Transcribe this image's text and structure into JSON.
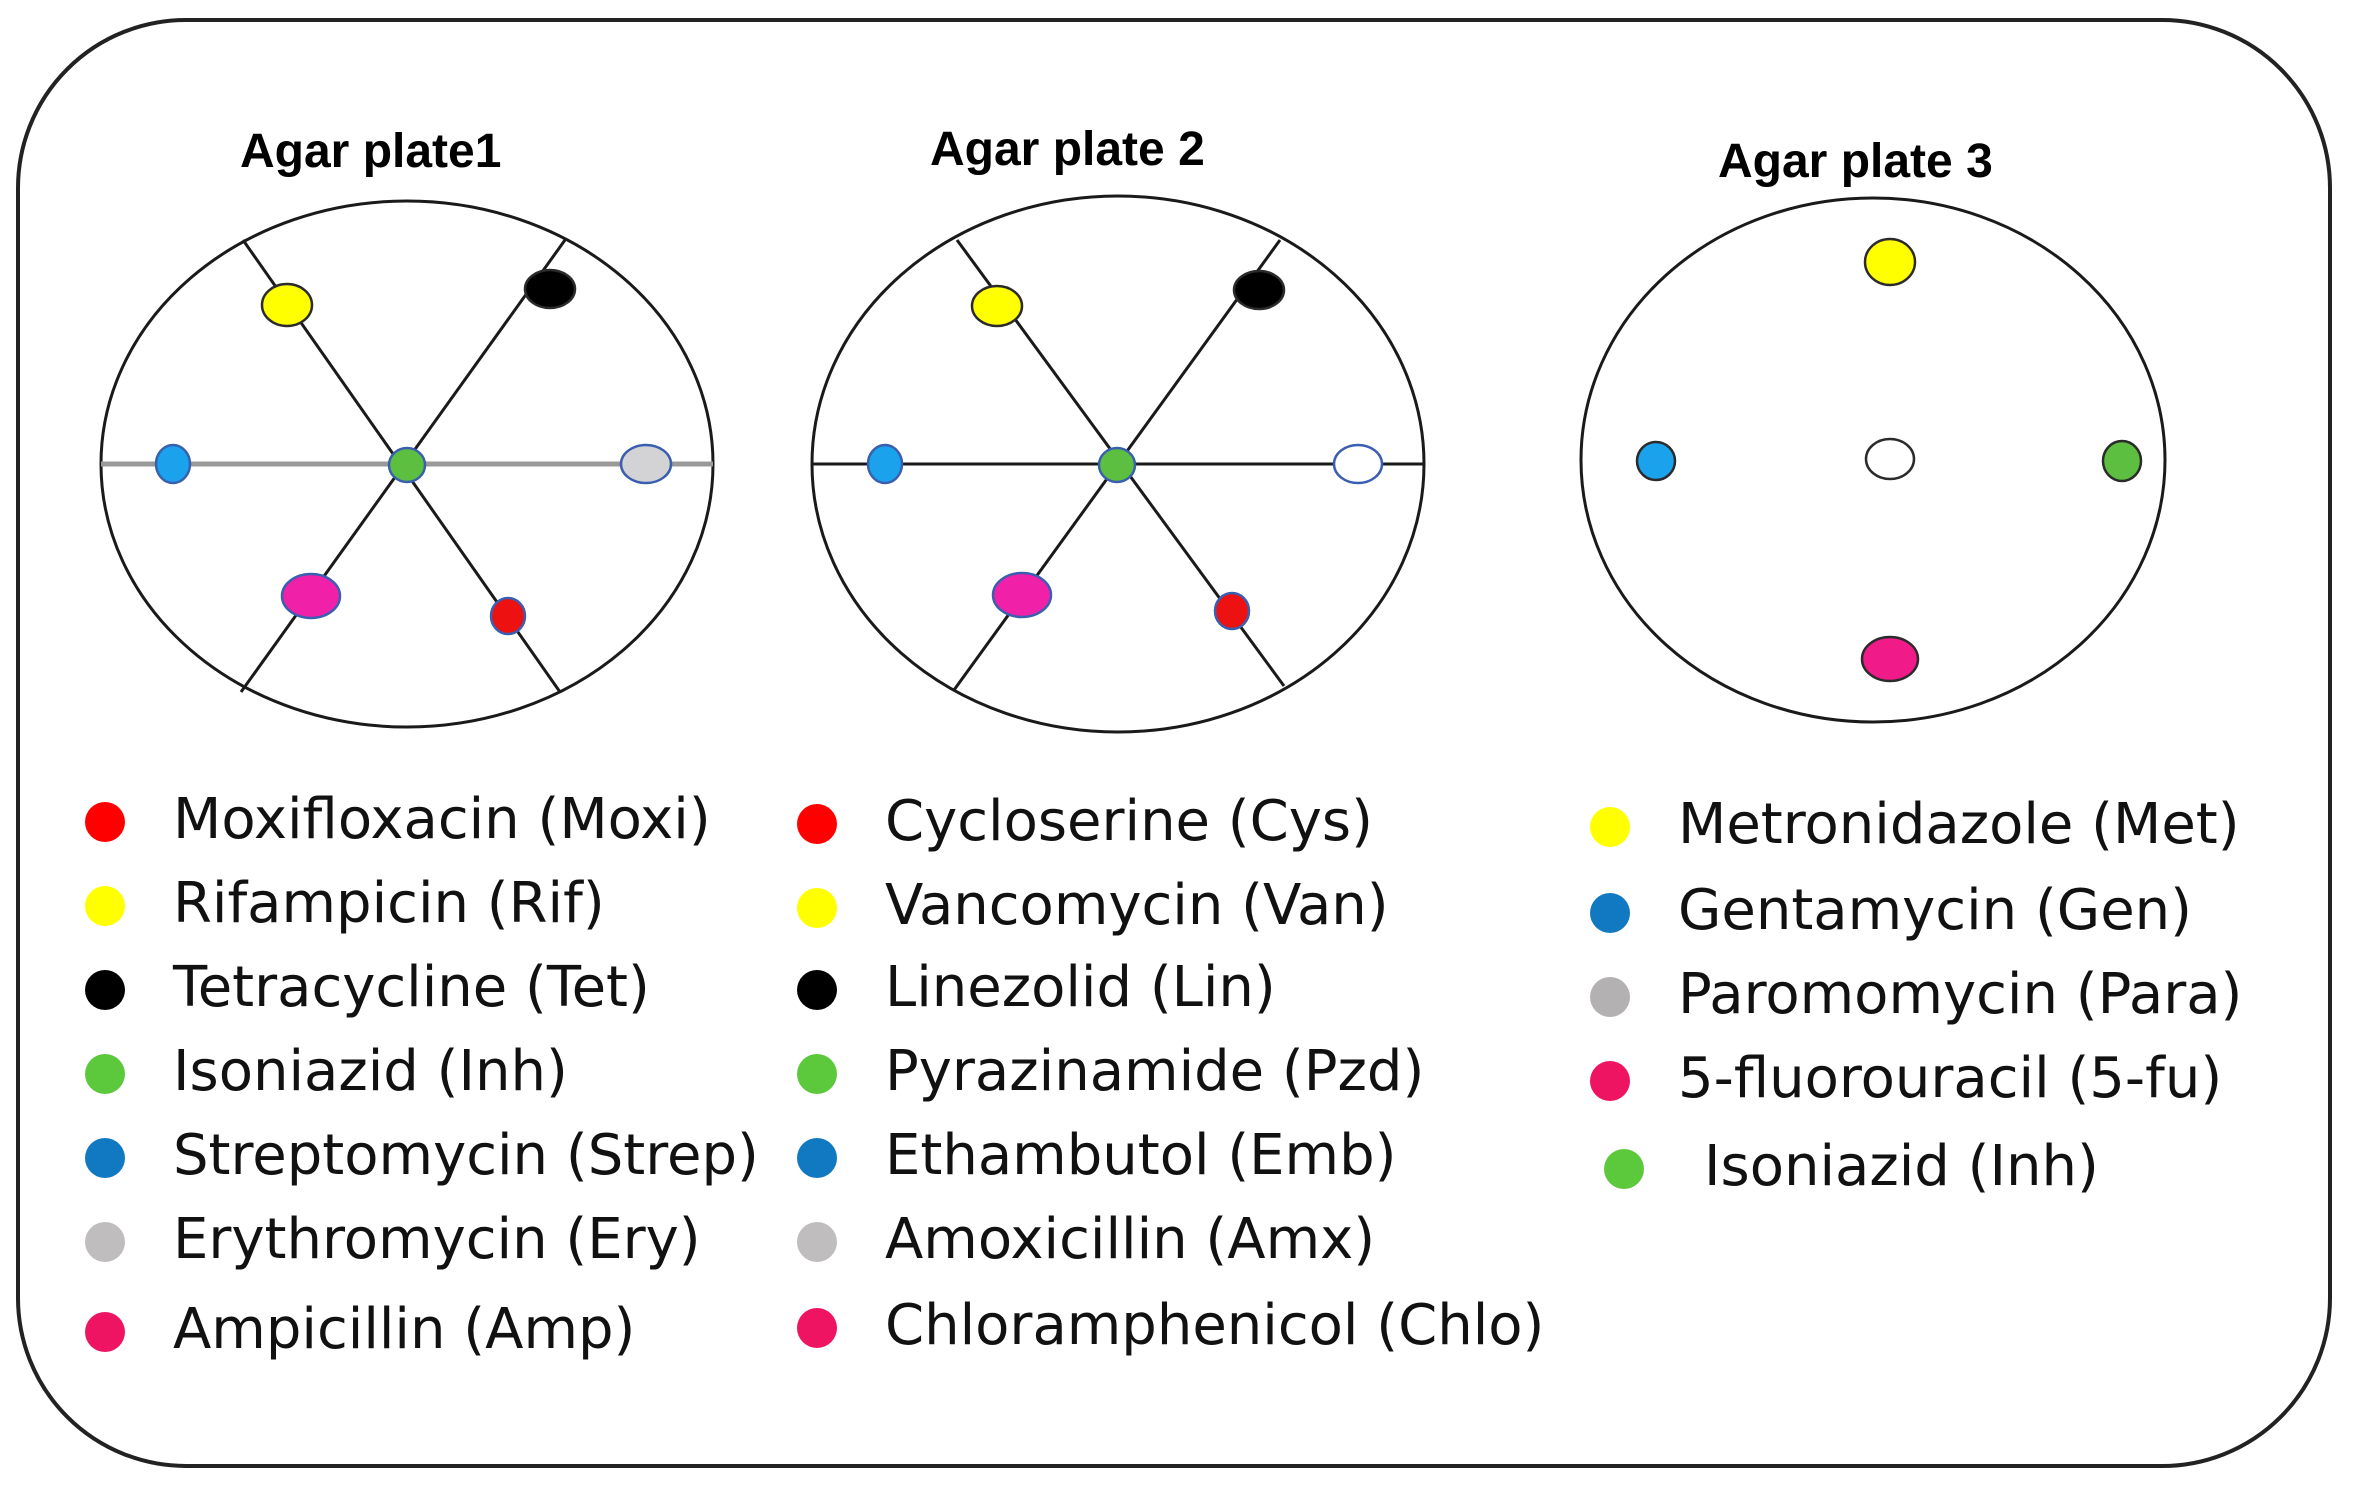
{
  "plates": [
    {
      "title": "Agar plate1",
      "spokes": true,
      "discs": [
        {
          "drug": "Rifampicin",
          "color": "#ffff00"
        },
        {
          "drug": "Tetracycline",
          "color": "#000000"
        },
        {
          "drug": "Streptomycin",
          "color": "#1aa3ec"
        },
        {
          "drug": "Isoniazid",
          "color": "#5cbf3f"
        },
        {
          "drug": "Erythromycin",
          "color": "#d3d3d6"
        },
        {
          "drug": "Ampicillin",
          "color": "#f020a8"
        },
        {
          "drug": "Moxifloxacin",
          "color": "#ee1111"
        }
      ]
    },
    {
      "title": "Agar plate 2",
      "spokes": true,
      "discs": [
        {
          "drug": "Vancomycin",
          "color": "#ffff00"
        },
        {
          "drug": "Linezolid",
          "color": "#000000"
        },
        {
          "drug": "Ethambutol",
          "color": "#1aa3ec"
        },
        {
          "drug": "Pyrazinamide",
          "color": "#5cbf3f"
        },
        {
          "drug": "Amoxicillin",
          "color": "#ffffff"
        },
        {
          "drug": "Chloramphenicol",
          "color": "#f020a8"
        },
        {
          "drug": "Cycloserine",
          "color": "#ee1111"
        }
      ]
    },
    {
      "title": "Agar plate 3",
      "spokes": false,
      "discs": [
        {
          "drug": "Metronidazole",
          "color": "#ffff00"
        },
        {
          "drug": "Gentamycin",
          "color": "#1aa3ec"
        },
        {
          "drug": "Paromomycin",
          "color": "#ffffff"
        },
        {
          "drug": "Isoniazid",
          "color": "#5cbf3f"
        },
        {
          "drug": "5-fluorouracil",
          "color": "#f01a88"
        }
      ]
    }
  ],
  "legends": [
    {
      "items": [
        {
          "label": "Moxifloxacin (Moxi)",
          "color": "#ff0000"
        },
        {
          "label": "Rifampicin (Rif)",
          "color": "#ffff00"
        },
        {
          "label": "Tetracycline (Tet)",
          "color": "#000000"
        },
        {
          "label": "Isoniazid (Inh)",
          "color": "#5cc93c"
        },
        {
          "label": "Streptomycin (Strep)",
          "color": "#1178c2"
        },
        {
          "label": "Erythromycin (Ery)",
          "color": "#bfbdbd"
        },
        {
          "label": "Ampicillin (Amp)",
          "color": "#ee1462"
        }
      ]
    },
    {
      "items": [
        {
          "label": "Cycloserine (Cys)",
          "color": "#ff0000"
        },
        {
          "label": "Vancomycin (Van)",
          "color": "#ffff00"
        },
        {
          "label": "Linezolid (Lin)",
          "color": "#000000"
        },
        {
          "label": "Pyrazinamide (Pzd)",
          "color": "#5cc93c"
        },
        {
          "label": "Ethambutol (Emb)",
          "color": "#1178c2"
        },
        {
          "label": "Amoxicillin (Amx)",
          "color": "#bfbdbd"
        },
        {
          "label": "Chloramphenicol (Chlo)",
          "color": "#ee1462"
        }
      ]
    },
    {
      "items": [
        {
          "label": "Metronidazole (Met)",
          "color": "#ffff00"
        },
        {
          "label": "Gentamycin (Gen)",
          "color": "#1178c2"
        },
        {
          "label": "Paromomycin (Para)",
          "color": "#b3b1b1"
        },
        {
          "label": "5-fluorouracil (5-fu)",
          "color": "#ee1462"
        },
        {
          "label": "Isoniazid (Inh)",
          "color": "#5cc93c"
        }
      ]
    }
  ]
}
